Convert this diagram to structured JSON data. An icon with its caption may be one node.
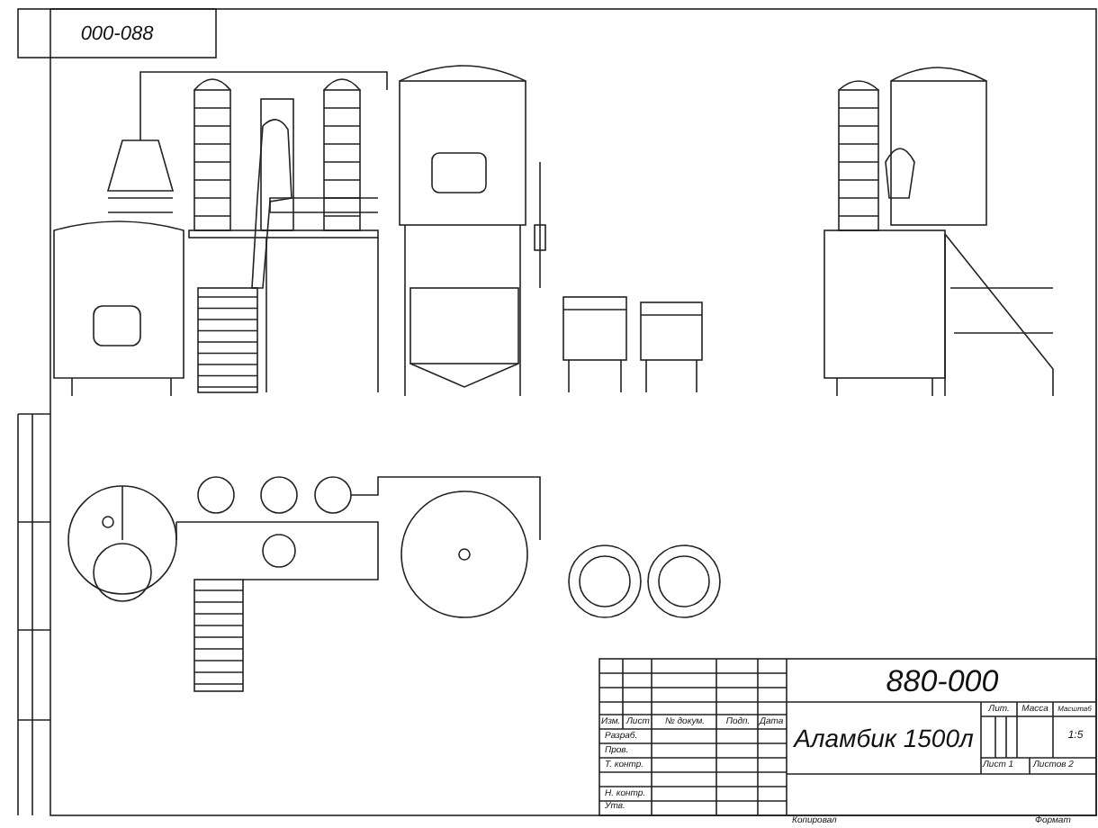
{
  "diagram": {
    "labels": [
      "000-088",
      "880-000",
      "Изм.",
      "Лист",
      "№ докум.",
      "Подп.",
      "Дата",
      "Разраб.",
      "Пров.",
      "Т. контр.",
      "Н. контр.",
      "Утв.",
      "Аламбик 1500л",
      "Лит.",
      "Масса",
      "Масштаб",
      "1:5",
      "Лист 1",
      "Листов 2",
      "Копировал",
      "Формат"
    ]
  }
}
